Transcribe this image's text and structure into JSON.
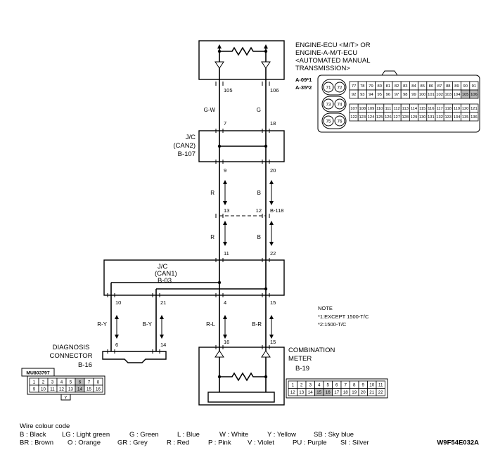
{
  "colors": {
    "background": "#ffffff",
    "line": "#000000",
    "highlight": "#b9b9b9"
  },
  "doc_code": "W9F54E032A",
  "ecu": {
    "title_lines": [
      "ENGINE-ECU <M/T> OR",
      "ENGINE-A-M/T-ECU",
      "<AUTOMATED MANUAL",
      "TRANSMISSION>"
    ],
    "connector_refs": [
      "A-09*1",
      "A-35*2"
    ]
  },
  "ecu_connector": {
    "circles": [
      [
        "71",
        "72"
      ],
      [
        "73",
        "74"
      ],
      [
        "75",
        "76"
      ]
    ],
    "grid_top_rows": [
      [
        "77",
        "78",
        "79",
        "80",
        "81",
        "82",
        "83",
        "84",
        "85",
        "86",
        "87",
        "88",
        "89",
        "90",
        "91"
      ],
      [
        "92",
        "93",
        "94",
        "95",
        "96",
        "97",
        "98",
        "99",
        "100",
        "101",
        "102",
        "103",
        "104",
        "105",
        "106"
      ]
    ],
    "grid_bottom_rows": [
      [
        "107",
        "108",
        "109",
        "110",
        "111",
        "112",
        "113",
        "114",
        "115",
        "116",
        "117",
        "118",
        "119",
        "120",
        "121"
      ],
      [
        "122",
        "123",
        "124",
        "125",
        "126",
        "127",
        "128",
        "129",
        "130",
        "131",
        "132",
        "133",
        "134",
        "135",
        "136"
      ]
    ],
    "highlight": [
      "105",
      "106"
    ]
  },
  "jc_can2": {
    "label_lines": [
      "J/C",
      "(CAN2)",
      "B-107"
    ]
  },
  "jc_can1": {
    "label_lines": [
      "J/C",
      "(CAN1)",
      "B-03"
    ]
  },
  "refs": {
    "b118": "B-118"
  },
  "pins": {
    "p105": "105",
    "p106": "106",
    "p7": "7",
    "p18": "18",
    "p9": "9",
    "p20": "20",
    "p13": "13",
    "p12": "12",
    "p11": "11",
    "p22": "22",
    "p10": "10",
    "p21": "21",
    "p4": "4",
    "p15a": "15",
    "p6": "6",
    "p14": "14",
    "p16": "16",
    "p15b": "15"
  },
  "wires": {
    "gw": "G-W",
    "g": "G",
    "r1": "R",
    "b1": "B",
    "r2": "R",
    "b2": "B",
    "ry": "R-Y",
    "by": "B-Y",
    "rl": "R-L",
    "br": "B-R"
  },
  "diagnosis": {
    "title_lines": [
      "DIAGNOSIS",
      "CONNECTOR"
    ],
    "ref": "B-16",
    "part_no": "MU803797",
    "grid_rows": [
      [
        "1",
        "2",
        "3",
        "4",
        "5",
        "6",
        "7",
        "8"
      ],
      [
        "9",
        "10",
        "11",
        "12",
        "13",
        "14",
        "15",
        "16"
      ]
    ],
    "highlight": [
      "6",
      "14"
    ],
    "colour_tab": "Y"
  },
  "meter": {
    "title_lines": [
      "COMBINATION",
      "METER"
    ],
    "ref": "B-19",
    "grid_rows": [
      [
        "1",
        "2",
        "3",
        "4",
        "5",
        "6",
        "7",
        "8",
        "9",
        "10",
        "11"
      ],
      [
        "12",
        "13",
        "14",
        "15",
        "16",
        "17",
        "18",
        "19",
        "20",
        "21",
        "22"
      ]
    ],
    "highlight": [
      "15",
      "16"
    ]
  },
  "note": {
    "title": "NOTE",
    "lines": [
      "*1:EXCEPT 1500-T/C",
      "*2:1500-T/C"
    ]
  },
  "legend": {
    "title": "Wire colour code",
    "row1": [
      "B : Black",
      "LG : Light green",
      "G : Green",
      "L : Blue",
      "W : White",
      "Y : Yellow",
      "SB : Sky blue"
    ],
    "row2": [
      "BR : Brown",
      "O : Orange",
      "GR : Grey",
      "R : Red",
      "P : Pink",
      "V : Violet",
      "PU : Purple",
      "SI : Silver"
    ]
  }
}
